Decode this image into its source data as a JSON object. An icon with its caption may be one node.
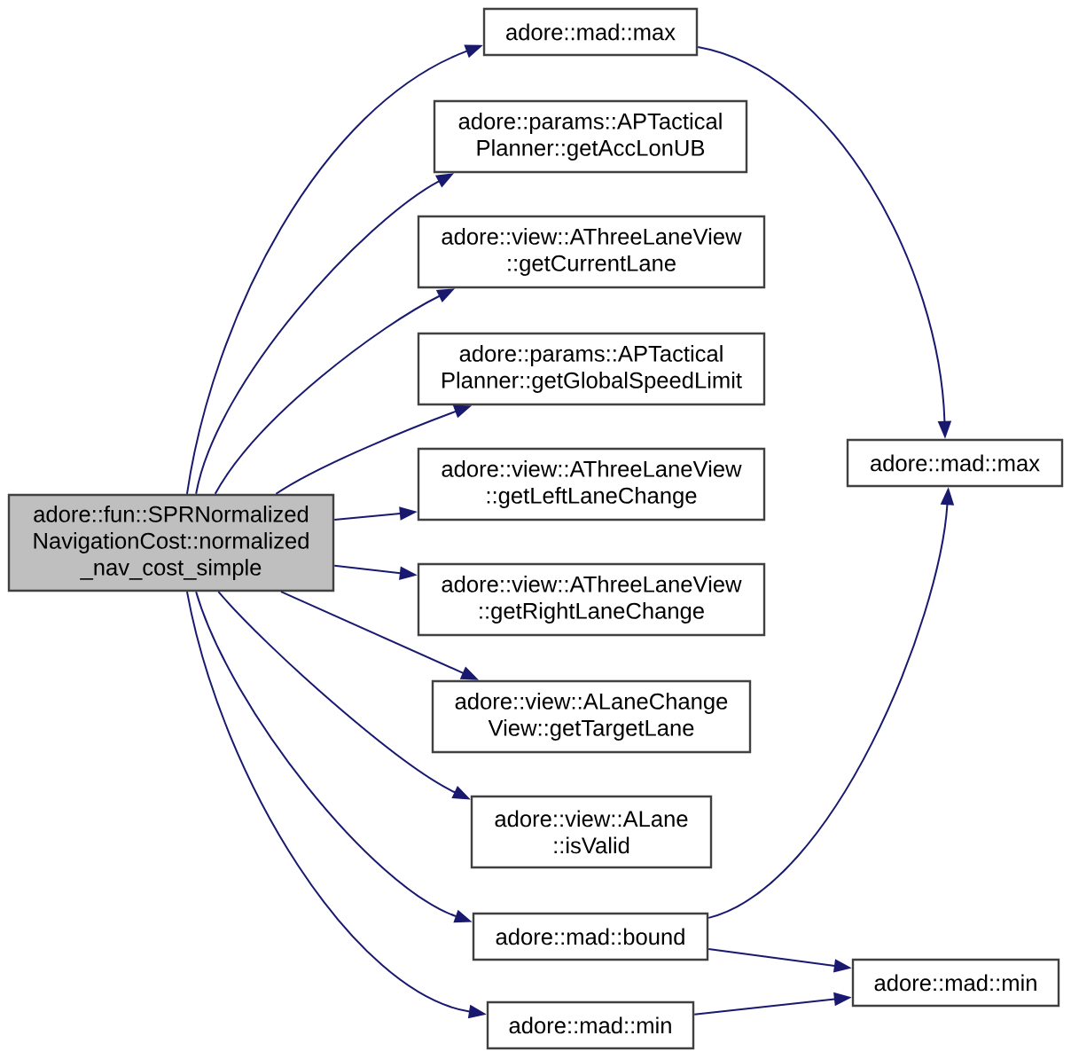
{
  "diagram": {
    "nodes": [
      {
        "text": [
          "adore::fun::SPRNormalized NavigationCost::normalized _nav_cost_simple"
        ]
      },
      {
        "text": [
          "adore::mad::max"
        ]
      },
      {
        "text": [
          "adore::params::APTactical Planner::getAccLonUB"
        ]
      },
      {
        "text": [
          "adore::view::AThreeLaneView ::getCurrentLane"
        ]
      },
      {
        "text": [
          "adore::params::APTactical Planner::getGlobalSpeedLimit"
        ]
      },
      {
        "text": [
          "adore::view::AThreeLaneView ::getLeftLaneChange"
        ]
      },
      {
        "text": [
          "adore::view::AThreeLaneView ::getRightLaneChange"
        ]
      },
      {
        "text": [
          "adore::view::ALaneChange View::getTargetLane"
        ]
      },
      {
        "text": [
          "adore::view::ALane ::isValid"
        ]
      },
      {
        "text": [
          "adore::mad::bound"
        ]
      },
      {
        "text": [
          "adore::mad::min"
        ]
      },
      {
        "text": [
          "adore::mad::max"
        ]
      },
      {
        "text": [
          "adore::mad::min"
        ]
      }
    ],
    "edges": [
      {
        "from": 0,
        "to": 1,
        "arrow": "to"
      },
      {
        "from": 0,
        "to": 2,
        "arrow": "to"
      },
      {
        "from": 0,
        "to": 3,
        "arrow": "to"
      },
      {
        "from": 0,
        "to": 4,
        "arrow": "to"
      },
      {
        "from": 0,
        "to": 5,
        "arrow": "to"
      },
      {
        "from": 0,
        "to": 6,
        "arrow": "to"
      },
      {
        "from": 0,
        "to": 7,
        "arrow": "to"
      },
      {
        "from": 0,
        "to": 8,
        "arrow": "to"
      },
      {
        "from": 0,
        "to": 9,
        "arrow": "to"
      },
      {
        "from": 0,
        "to": 10,
        "arrow": "to"
      },
      {
        "from": 1,
        "to": 11,
        "arrow": "to"
      },
      {
        "from": 9,
        "to": 11,
        "arrow": "to"
      },
      {
        "from": 9,
        "to": 12,
        "arrow": "to"
      },
      {
        "from": 10,
        "to": 12,
        "arrow": "to"
      }
    ]
  }
}
